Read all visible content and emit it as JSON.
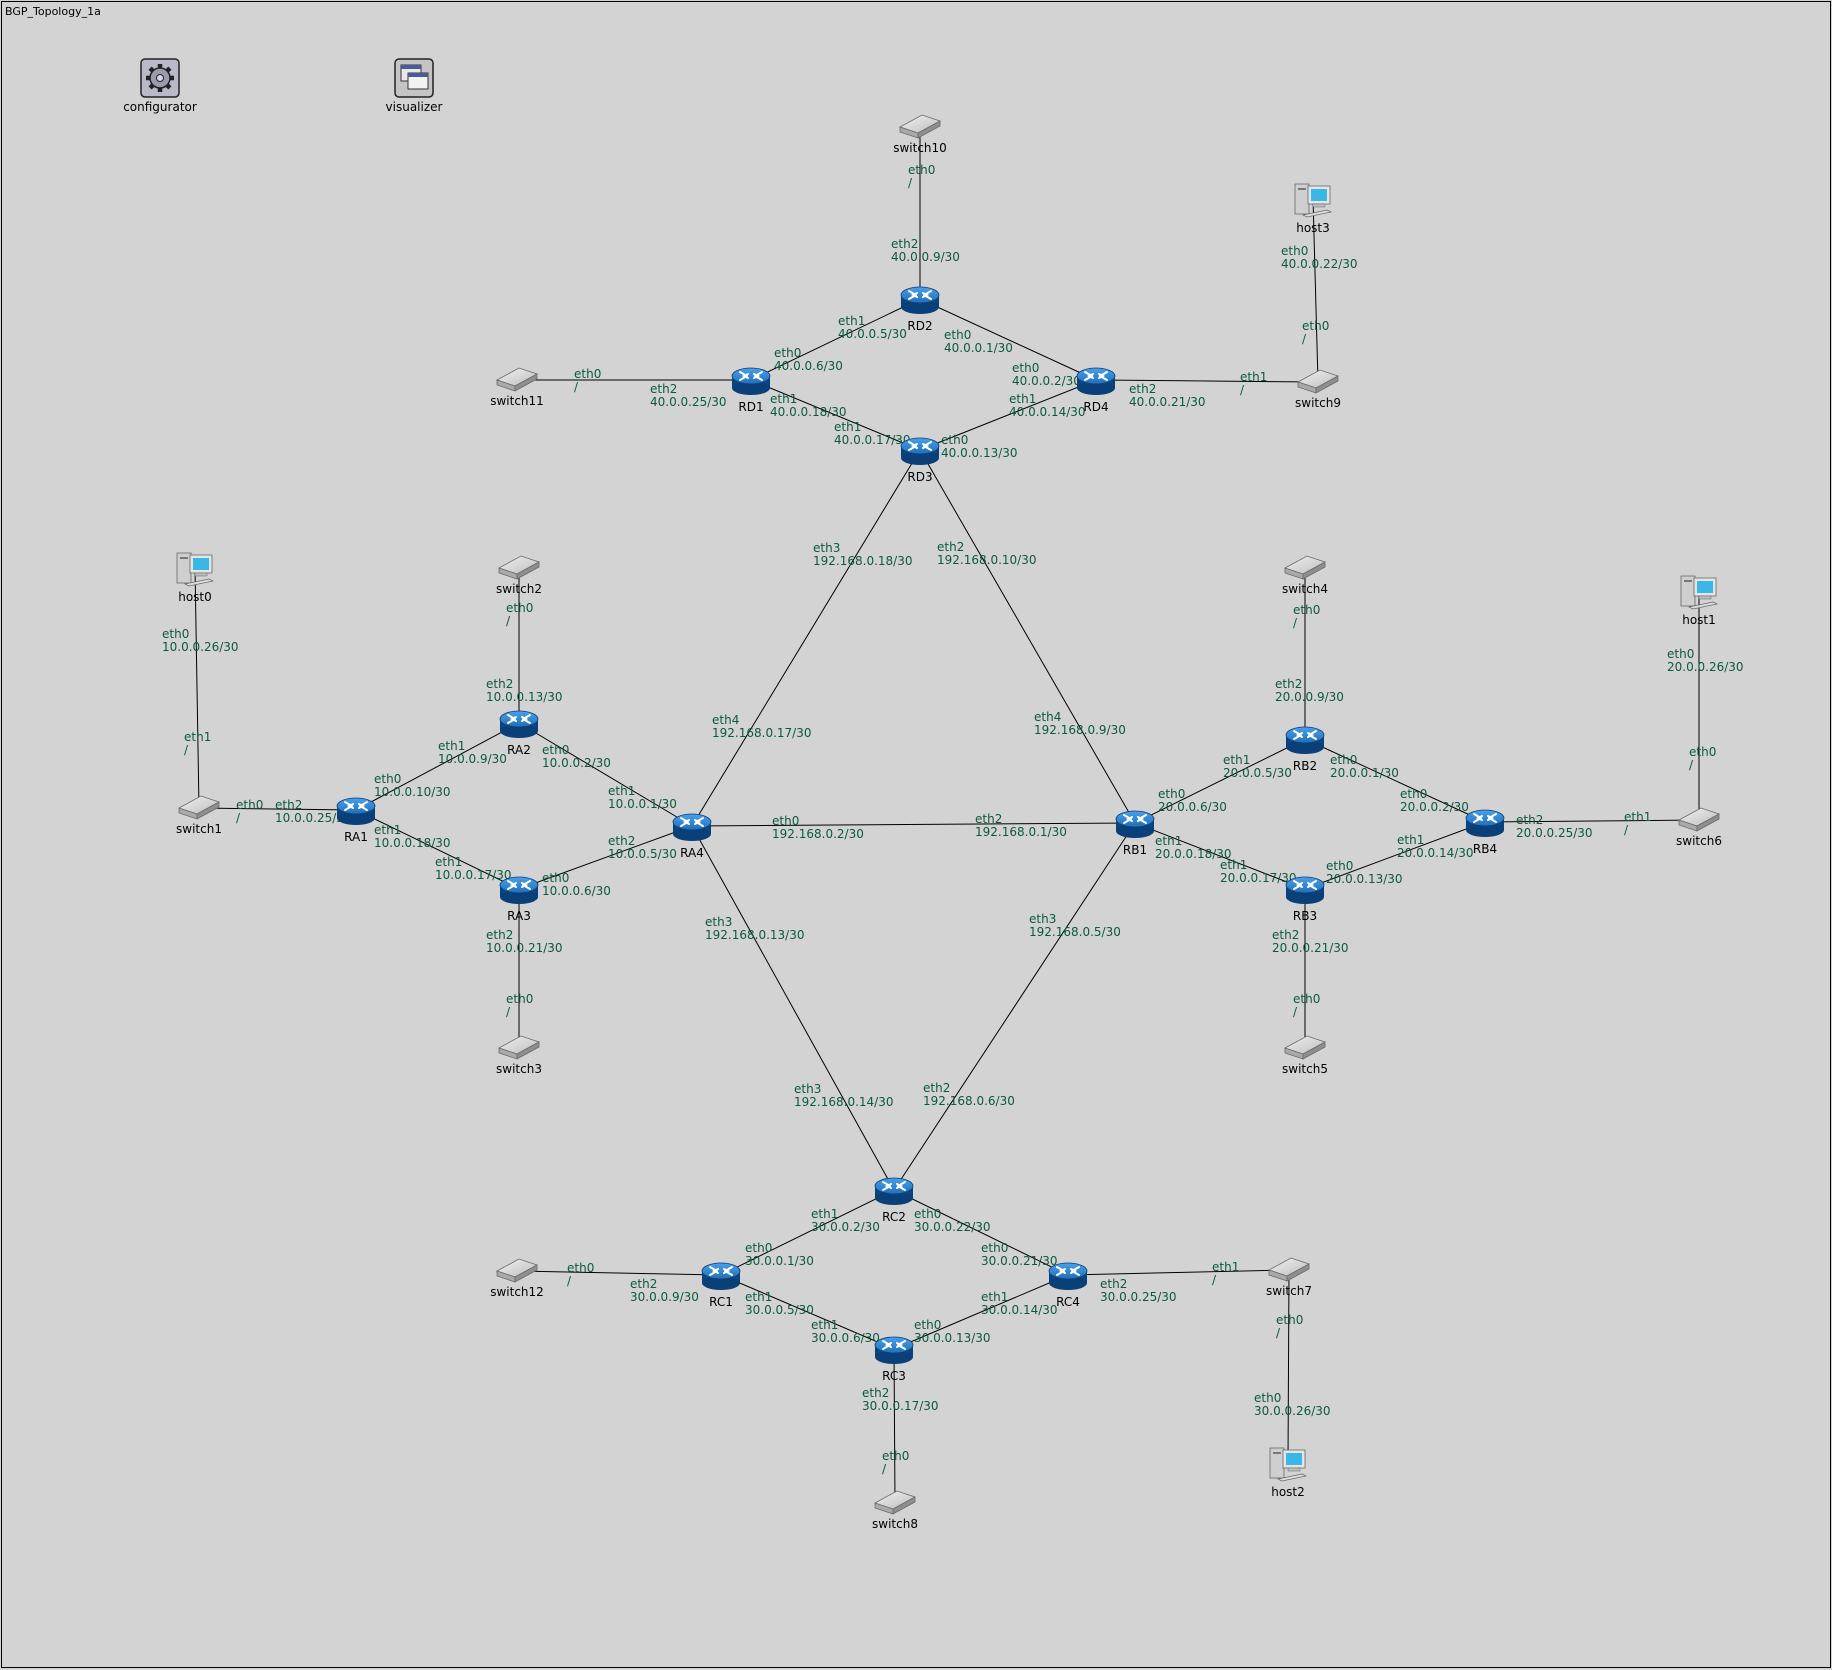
{
  "title": "BGP_Topology_1a",
  "nodes": [
    {
      "id": "configurator",
      "label": "configurator",
      "kind": "configurator-icon"
    },
    {
      "id": "visualizer",
      "label": "visualizer",
      "kind": "visualizer-icon"
    },
    {
      "id": "switch10",
      "label": "switch10",
      "kind": "switch"
    },
    {
      "id": "host3",
      "label": "host3",
      "kind": "host"
    },
    {
      "id": "RD2",
      "label": "RD2",
      "kind": "router"
    },
    {
      "id": "RD1",
      "label": "RD1",
      "kind": "router"
    },
    {
      "id": "RD4",
      "label": "RD4",
      "kind": "router"
    },
    {
      "id": "RD3",
      "label": "RD3",
      "kind": "router"
    },
    {
      "id": "switch11",
      "label": "switch11",
      "kind": "switch"
    },
    {
      "id": "switch9",
      "label": "switch9",
      "kind": "switch"
    },
    {
      "id": "host0",
      "label": "host0",
      "kind": "host"
    },
    {
      "id": "switch2",
      "label": "switch2",
      "kind": "switch"
    },
    {
      "id": "RA2",
      "label": "RA2",
      "kind": "router"
    },
    {
      "id": "switch1",
      "label": "switch1",
      "kind": "switch"
    },
    {
      "id": "RA1",
      "label": "RA1",
      "kind": "router"
    },
    {
      "id": "RA4",
      "label": "RA4",
      "kind": "router"
    },
    {
      "id": "RA3",
      "label": "RA3",
      "kind": "router"
    },
    {
      "id": "switch3",
      "label": "switch3",
      "kind": "switch"
    },
    {
      "id": "switch4",
      "label": "switch4",
      "kind": "switch"
    },
    {
      "id": "host1",
      "label": "host1",
      "kind": "host"
    },
    {
      "id": "RB2",
      "label": "RB2",
      "kind": "router"
    },
    {
      "id": "RB1",
      "label": "RB1",
      "kind": "router"
    },
    {
      "id": "RB4",
      "label": "RB4",
      "kind": "router"
    },
    {
      "id": "RB3",
      "label": "RB3",
      "kind": "router"
    },
    {
      "id": "switch6",
      "label": "switch6",
      "kind": "switch"
    },
    {
      "id": "switch5",
      "label": "switch5",
      "kind": "switch"
    },
    {
      "id": "RC2",
      "label": "RC2",
      "kind": "router"
    },
    {
      "id": "RC1",
      "label": "RC1",
      "kind": "router"
    },
    {
      "id": "RC4",
      "label": "RC4",
      "kind": "router"
    },
    {
      "id": "RC3",
      "label": "RC3",
      "kind": "router"
    },
    {
      "id": "switch12",
      "label": "switch12",
      "kind": "switch"
    },
    {
      "id": "switch7",
      "label": "switch7",
      "kind": "switch"
    },
    {
      "id": "switch8",
      "label": "switch8",
      "kind": "switch"
    },
    {
      "id": "host2",
      "label": "host2",
      "kind": "host"
    }
  ],
  "links": [
    {
      "from": "switch10",
      "to": "RD2"
    },
    {
      "from": "RD2",
      "to": "RD1"
    },
    {
      "from": "RD2",
      "to": "RD4"
    },
    {
      "from": "RD1",
      "to": "RD3"
    },
    {
      "from": "RD4",
      "to": "RD3"
    },
    {
      "from": "switch11",
      "to": "RD1"
    },
    {
      "from": "RD4",
      "to": "switch9"
    },
    {
      "from": "host3",
      "to": "switch9"
    },
    {
      "from": "RD3",
      "to": "RA4"
    },
    {
      "from": "RD3",
      "to": "RB1"
    },
    {
      "from": "host0",
      "to": "switch1"
    },
    {
      "from": "switch1",
      "to": "RA1"
    },
    {
      "from": "RA1",
      "to": "RA2"
    },
    {
      "from": "RA1",
      "to": "RA3"
    },
    {
      "from": "RA2",
      "to": "RA4"
    },
    {
      "from": "RA3",
      "to": "RA4"
    },
    {
      "from": "switch2",
      "to": "RA2"
    },
    {
      "from": "RA3",
      "to": "switch3"
    },
    {
      "from": "RA4",
      "to": "RB1"
    },
    {
      "from": "RA4",
      "to": "RC2"
    },
    {
      "from": "RB1",
      "to": "RC2"
    },
    {
      "from": "RB1",
      "to": "RB2"
    },
    {
      "from": "RB1",
      "to": "RB3"
    },
    {
      "from": "RB2",
      "to": "RB4"
    },
    {
      "from": "RB3",
      "to": "RB4"
    },
    {
      "from": "switch4",
      "to": "RB2"
    },
    {
      "from": "RB3",
      "to": "switch5"
    },
    {
      "from": "RB4",
      "to": "switch6"
    },
    {
      "from": "host1",
      "to": "switch6"
    },
    {
      "from": "RC2",
      "to": "RC1"
    },
    {
      "from": "RC2",
      "to": "RC4"
    },
    {
      "from": "RC1",
      "to": "RC3"
    },
    {
      "from": "RC4",
      "to": "RC3"
    },
    {
      "from": "switch12",
      "to": "RC1"
    },
    {
      "from": "RC4",
      "to": "switch7"
    },
    {
      "from": "switch7",
      "to": "host2"
    },
    {
      "from": "RC3",
      "to": "switch8"
    }
  ],
  "interface_labels": [
    {
      "if": "eth0",
      "addr": "/"
    },
    {
      "if": "eth2",
      "addr": "40.0.0.9/30"
    },
    {
      "if": "eth1",
      "addr": "40.0.0.5/30"
    },
    {
      "if": "eth0",
      "addr": "40.0.0.1/30"
    },
    {
      "if": "eth0",
      "addr": "40.0.0.6/30"
    },
    {
      "if": "eth0",
      "addr": "40.0.0.2/30"
    },
    {
      "if": "eth0",
      "addr": "/"
    },
    {
      "if": "eth2",
      "addr": "40.0.0.25/30"
    },
    {
      "if": "eth2",
      "addr": "40.0.0.21/30"
    },
    {
      "if": "eth1",
      "addr": "/"
    },
    {
      "if": "eth0",
      "addr": "40.0.0.22/30"
    },
    {
      "if": "eth0",
      "addr": "/"
    },
    {
      "if": "eth1",
      "addr": "40.0.0.18/30"
    },
    {
      "if": "eth1",
      "addr": "40.0.0.14/30"
    },
    {
      "if": "eth1",
      "addr": "40.0.0.17/30"
    },
    {
      "if": "eth0",
      "addr": "40.0.0.13/30"
    },
    {
      "if": "eth3",
      "addr": "192.168.0.18/30"
    },
    {
      "if": "eth2",
      "addr": "192.168.0.10/30"
    },
    {
      "if": "eth4",
      "addr": "192.168.0.17/30"
    },
    {
      "if": "eth4",
      "addr": "192.168.0.9/30"
    },
    {
      "if": "eth0",
      "addr": "10.0.0.26/30"
    },
    {
      "if": "eth1",
      "addr": "/"
    },
    {
      "if": "eth0",
      "addr": "/"
    },
    {
      "if": "eth2",
      "addr": "10.0.0.25/30"
    },
    {
      "if": "eth0",
      "addr": "/"
    },
    {
      "if": "eth2",
      "addr": "10.0.0.13/30"
    },
    {
      "if": "eth1",
      "addr": "10.0.0.9/30"
    },
    {
      "if": "eth0",
      "addr": "10.0.0.2/30"
    },
    {
      "if": "eth0",
      "addr": "10.0.0.10/30"
    },
    {
      "if": "eth1",
      "addr": "10.0.0.1/30"
    },
    {
      "if": "eth1",
      "addr": "10.0.0.18/30"
    },
    {
      "if": "eth2",
      "addr": "10.0.0.5/30"
    },
    {
      "if": "eth1",
      "addr": "10.0.0.17/30"
    },
    {
      "if": "eth0",
      "addr": "10.0.0.6/30"
    },
    {
      "if": "eth2",
      "addr": "10.0.0.21/30"
    },
    {
      "if": "eth0",
      "addr": "/"
    },
    {
      "if": "eth0",
      "addr": "192.168.0.2/30"
    },
    {
      "if": "eth2",
      "addr": "192.168.0.1/30"
    },
    {
      "if": "eth3",
      "addr": "192.168.0.13/30"
    },
    {
      "if": "eth3",
      "addr": "192.168.0.5/30"
    },
    {
      "if": "eth0",
      "addr": "/"
    },
    {
      "if": "eth2",
      "addr": "20.0.0.9/30"
    },
    {
      "if": "eth0",
      "addr": "20.0.0.26/30"
    },
    {
      "if": "eth0",
      "addr": "/"
    },
    {
      "if": "eth1",
      "addr": "20.0.0.5/30"
    },
    {
      "if": "eth0",
      "addr": "20.0.0.1/30"
    },
    {
      "if": "eth0",
      "addr": "20.0.0.6/30"
    },
    {
      "if": "eth0",
      "addr": "20.0.0.2/30"
    },
    {
      "if": "eth2",
      "addr": "20.0.0.25/30"
    },
    {
      "if": "eth1",
      "addr": "/"
    },
    {
      "if": "eth1",
      "addr": "20.0.0.18/30"
    },
    {
      "if": "eth1",
      "addr": "20.0.0.14/30"
    },
    {
      "if": "eth1",
      "addr": "20.0.0.17/30"
    },
    {
      "if": "eth0",
      "addr": "20.0.0.13/30"
    },
    {
      "if": "eth2",
      "addr": "20.0.0.21/30"
    },
    {
      "if": "eth0",
      "addr": "/"
    },
    {
      "if": "eth3",
      "addr": "192.168.0.14/30"
    },
    {
      "if": "eth2",
      "addr": "192.168.0.6/30"
    },
    {
      "if": "eth1",
      "addr": "30.0.0.2/30"
    },
    {
      "if": "eth0",
      "addr": "30.0.0.22/30"
    },
    {
      "if": "eth0",
      "addr": "/"
    },
    {
      "if": "eth2",
      "addr": "30.0.0.9/30"
    },
    {
      "if": "eth0",
      "addr": "30.0.0.1/30"
    },
    {
      "if": "eth0",
      "addr": "30.0.0.21/30"
    },
    {
      "if": "eth2",
      "addr": "30.0.0.25/30"
    },
    {
      "if": "eth1",
      "addr": "/"
    },
    {
      "if": "eth1",
      "addr": "30.0.0.5/30"
    },
    {
      "if": "eth1",
      "addr": "30.0.0.14/30"
    },
    {
      "if": "eth1",
      "addr": "30.0.0.6/30"
    },
    {
      "if": "eth0",
      "addr": "30.0.0.13/30"
    },
    {
      "if": "eth0",
      "addr": "/"
    },
    {
      "if": "eth2",
      "addr": "30.0.0.17/30"
    },
    {
      "if": "eth0",
      "addr": "/"
    },
    {
      "if": "eth0",
      "addr": "30.0.0.26/30"
    }
  ],
  "colors": {
    "background": "#d3d3d3",
    "link": "#000000",
    "interface_label": "#0c5a3c",
    "router_dark": "#0d4f8f",
    "router_light": "#2a86d6",
    "switch_body": "#c8c8c8",
    "host_screen": "#39b8e8"
  }
}
